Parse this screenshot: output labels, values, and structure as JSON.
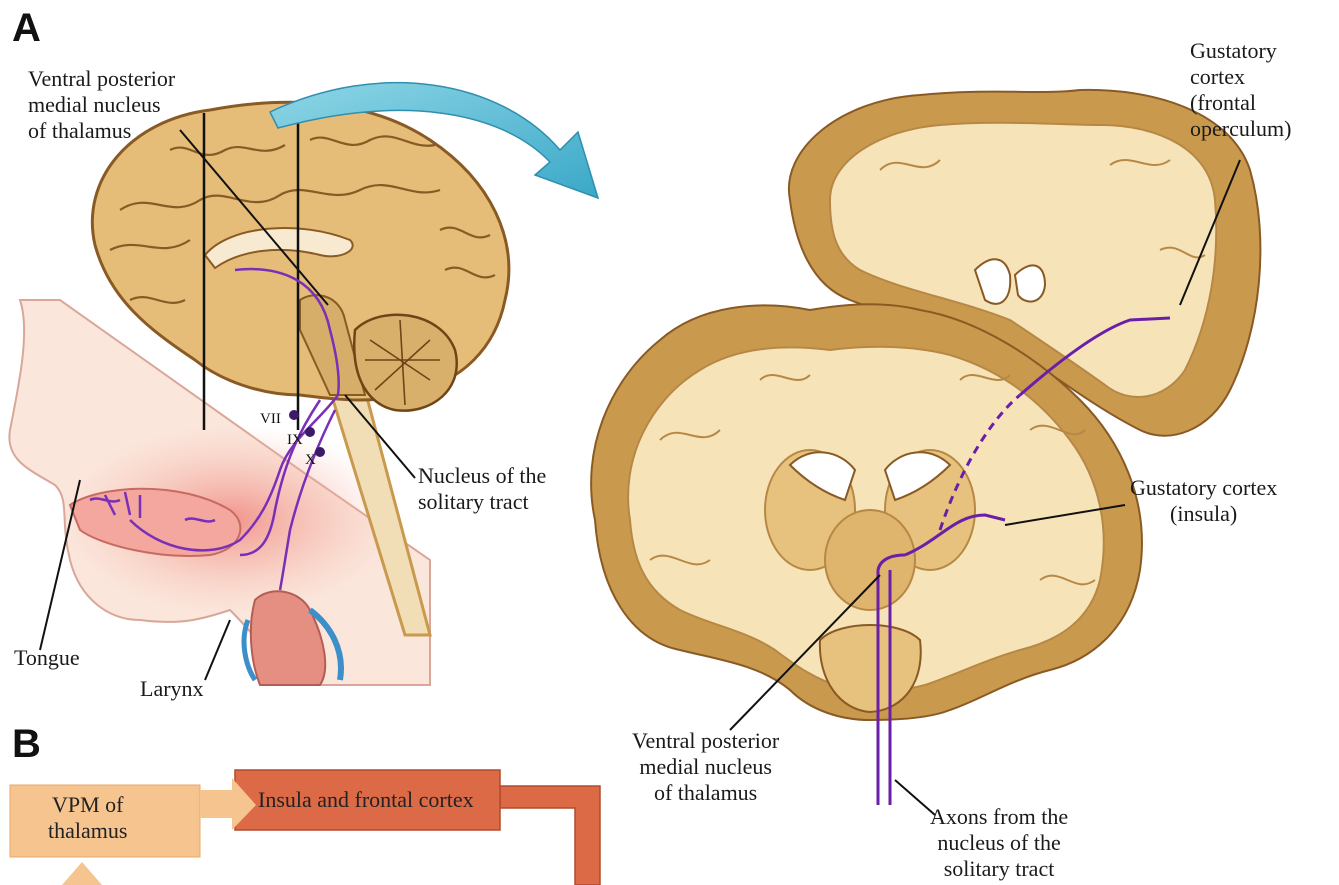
{
  "panels": {
    "a": "A",
    "b": "B"
  },
  "labels": {
    "vpm_left": "Ventral posterior\nmedial nucleus\nof thalamus",
    "gustatory_frontal": "Gustatory\ncortex\n(frontal\noperculum)",
    "nucleus_solitary": "Nucleus of the\nsolitary tract",
    "gustatory_insula": "Gustatory cortex\n(insula)",
    "tongue": "Tongue",
    "larynx": "Larynx",
    "vpm_right": "Ventral posterior\nmedial nucleus\nof thalamus",
    "axons": "Axons from the\nnucleus of the\nsolitary tract"
  },
  "cranial_nerves": {
    "vii": "VII",
    "ix": "IX",
    "x": "X"
  },
  "flow": {
    "vpm_box": "VPM of\nthalamus",
    "insula_box": "Insula and frontal cortex"
  },
  "colors": {
    "brain_outer": "#c99a4e",
    "brain_fill": "#e7c27e",
    "white_matter": "#f6e4b8",
    "pathway": "#7a2fb8",
    "arrow_blue": "#4fb8d0",
    "vpm_box": "#f6c48e",
    "insula_box": "#dd6a47"
  }
}
